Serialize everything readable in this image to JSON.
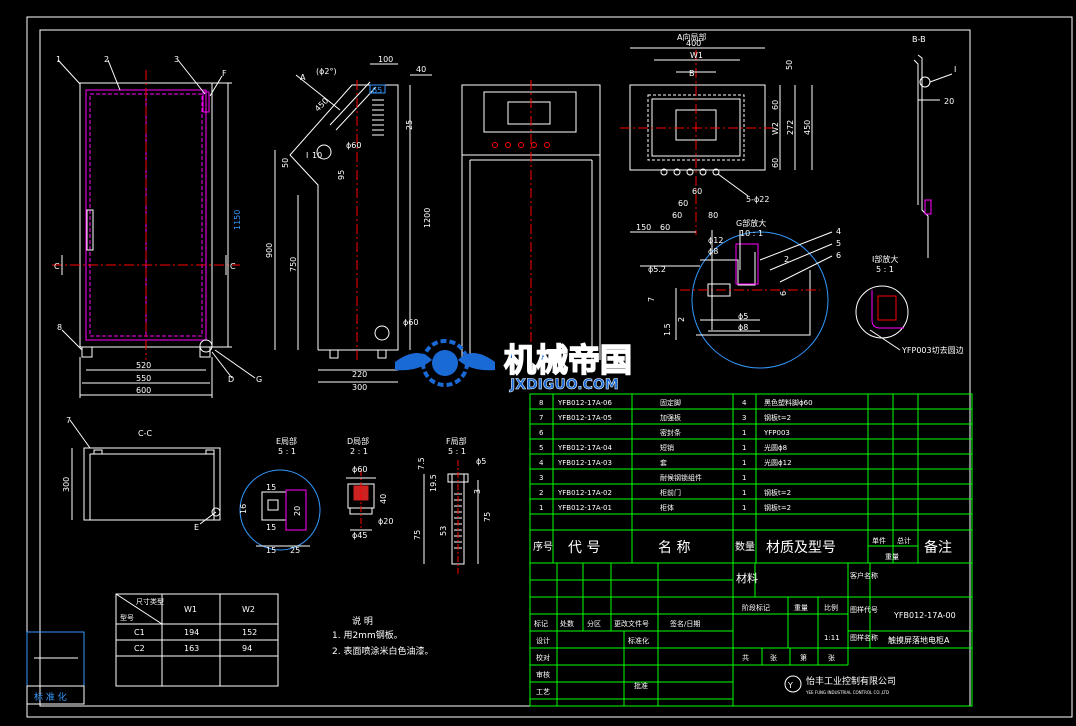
{
  "colors": {
    "background": "#000000",
    "line": "#ffffff",
    "table_line": "#00ff00",
    "center_line": "#ff0000",
    "dimension": "#00ff00",
    "door_magenta": "#ff00ff",
    "circle_blue": "#3399ff",
    "watermark_blue": "#1a6ad6"
  },
  "watermark": {
    "cn": "机械帝国",
    "en": "JXDIGUO.COM"
  },
  "front_view": {
    "labels": [
      "1",
      "2",
      "3",
      "F",
      "C",
      "C",
      "8",
      "D",
      "G"
    ],
    "dims": [
      "520",
      "550",
      "600",
      "1150"
    ]
  },
  "side_view": {
    "labels": [
      "A",
      "(ϕ2°)",
      "450",
      "100",
      "40",
      "65",
      "25",
      "50",
      "I",
      "10",
      "ϕ60",
      "95",
      "900",
      "750",
      "1200",
      "ϕ60",
      "220",
      "300"
    ]
  },
  "a_view": {
    "title": "A向局部",
    "dims": [
      "400",
      "W1",
      "B",
      "50",
      "60",
      "W2",
      "272",
      "450",
      "60",
      "5-ϕ22",
      "150",
      "60",
      "60",
      "80",
      "60",
      "60"
    ]
  },
  "bb_view": {
    "title": "B-B",
    "labels": [
      "I",
      "20"
    ]
  },
  "g_detail": {
    "title": "G部放大",
    "scale": "10 : 1",
    "labels": [
      "ϕ12",
      "ϕ8",
      "ϕ5.2",
      "2",
      "6",
      "7",
      "1.5",
      "2",
      "ϕ8",
      "ϕ5",
      "4",
      "5",
      "6"
    ]
  },
  "i_detail": {
    "title": "I部放大",
    "scale": "5 : 1",
    "note": "YFP003切去圆边"
  },
  "cc_view": {
    "title": "C-C",
    "labels": [
      "7",
      "300",
      "E"
    ]
  },
  "e_detail": {
    "title": "E局部",
    "scale": "5 : 1",
    "dims": [
      "15",
      "15",
      "20",
      "16",
      "15",
      "25"
    ]
  },
  "d_detail": {
    "title": "D局部",
    "scale": "2 : 1",
    "dims": [
      "ϕ60",
      "ϕ20",
      "ϕ45",
      "40"
    ]
  },
  "f_detail": {
    "title": "F局部",
    "scale": "5 : 1",
    "dims": [
      "7.5",
      "ϕ5",
      "19.5",
      "3",
      "75",
      "53",
      "75"
    ]
  },
  "size_table": {
    "title": "尺寸类型",
    "type_label": "型号",
    "headers": [
      "W1",
      "W2"
    ],
    "rows": [
      {
        "model": "C1",
        "w1": "194",
        "w2": "152"
      },
      {
        "model": "C2",
        "w1": "163",
        "w2": "94"
      }
    ]
  },
  "notes": {
    "title": "说    明",
    "lines": [
      "1. 用2mm钢板。",
      "2. 表面喷涂米白色油漆。"
    ]
  },
  "std_box": {
    "label": "标 准 化"
  },
  "bom": {
    "rows": [
      {
        "no": "8",
        "code": "YFB012-17A-06",
        "name": "固定脚",
        "qty": "4",
        "material": "黑色塑料脚ϕ60"
      },
      {
        "no": "7",
        "code": "YFB012-17A-05",
        "name": "加强板",
        "qty": "3",
        "material": "钢板t=2"
      },
      {
        "no": "6",
        "code": "",
        "name": "密封条",
        "qty": "1",
        "material": "YFP003"
      },
      {
        "no": "5",
        "code": "YFB012-17A-04",
        "name": "短销",
        "qty": "1",
        "material": "光圆ϕ8"
      },
      {
        "no": "4",
        "code": "YFB012-17A-03",
        "name": "套",
        "qty": "1",
        "material": "光圆ϕ12"
      },
      {
        "no": "3",
        "code": "",
        "name": "耐候钢锁组件",
        "qty": "1",
        "material": ""
      },
      {
        "no": "2",
        "code": "YFB012-17A-02",
        "name": "柜前门",
        "qty": "1",
        "material": "钢板t=2"
      },
      {
        "no": "1",
        "code": "YFB012-17A-01",
        "name": "柜体",
        "qty": "1",
        "material": "钢板t=2"
      }
    ],
    "headers": {
      "no": "序号",
      "code": "代  号",
      "name": "名  称",
      "qty": "数量",
      "material": "材质及型号",
      "unit": "单件",
      "total": "总计",
      "weight": "重量",
      "remark": "备注"
    }
  },
  "title_block": {
    "material_label": "材料",
    "client_label": "客户名称",
    "drawing_code_label": "图样代号",
    "drawing_name_label": "图样名称",
    "drawing_code": "YFB012-17A-00",
    "drawing_name": "触摸屏落地电柜A",
    "revision_headers": [
      "标记",
      "处数",
      "分区",
      "更改文件号",
      "签名/日期"
    ],
    "stage_label": "阶段标记",
    "weight_label": "重量",
    "scale_label": "比例",
    "scale": "1:11",
    "roles": [
      "设计",
      "校对",
      "审核",
      "工艺"
    ],
    "std_label": "标准化",
    "approve_label": "批准",
    "sheet_labels": [
      "共",
      "张",
      "第",
      "张"
    ],
    "company": "怡丰工业控制有限公司",
    "company_en": "YEE FUNG INDUSTRIAL CONTROL CO.,LTD"
  }
}
